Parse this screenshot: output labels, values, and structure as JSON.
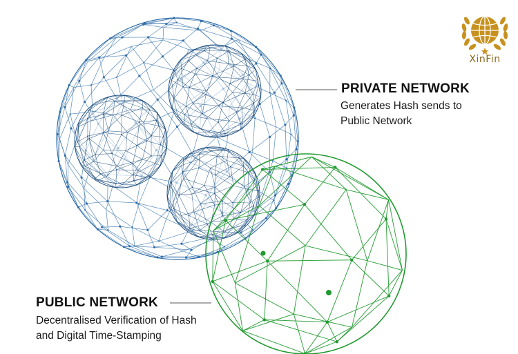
{
  "private_network": {
    "title": "PRIVATE NETWORK",
    "description_lines": [
      "Generates Hash sends to",
      "Public Network"
    ]
  },
  "public_network": {
    "title": "PUBLIC NETWORK",
    "description_lines": [
      "Decentralised Verification of Hash",
      "and Digital Time-Stamping"
    ]
  },
  "logo": {
    "text": "XinFin",
    "icon": "globe-laurel-icon"
  },
  "colors": {
    "private_network": "#2f6ea8",
    "private_network_dark": "#1d4f80",
    "public_network": "#1f9a2e",
    "logo_gold": "#c8911e",
    "connector_line": "#555555"
  }
}
